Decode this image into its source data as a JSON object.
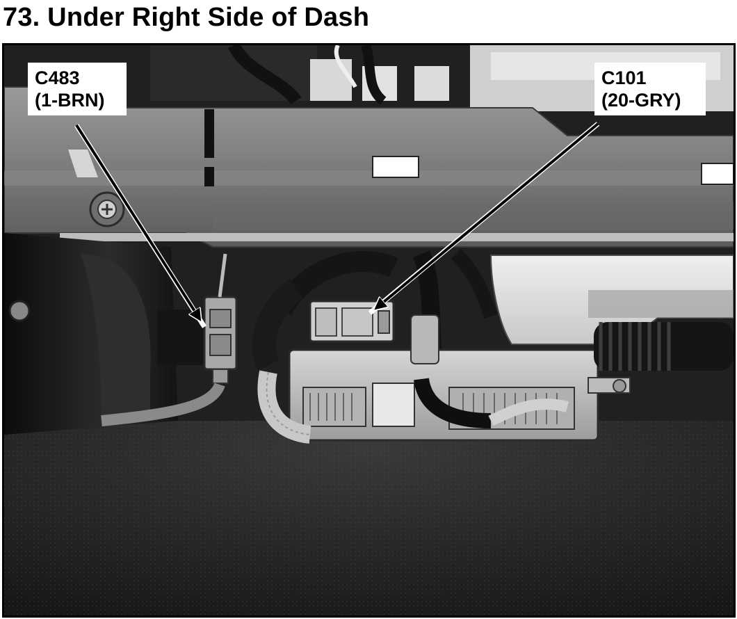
{
  "title": "73. Under Right Side of Dash",
  "callouts": [
    {
      "code": "C483",
      "detail": "(1-BRN)"
    },
    {
      "code": "C101",
      "detail": "(20-GRY)"
    }
  ],
  "colors": {
    "text": "#000000",
    "label_background": "#ffffff",
    "frame": "#000000"
  }
}
